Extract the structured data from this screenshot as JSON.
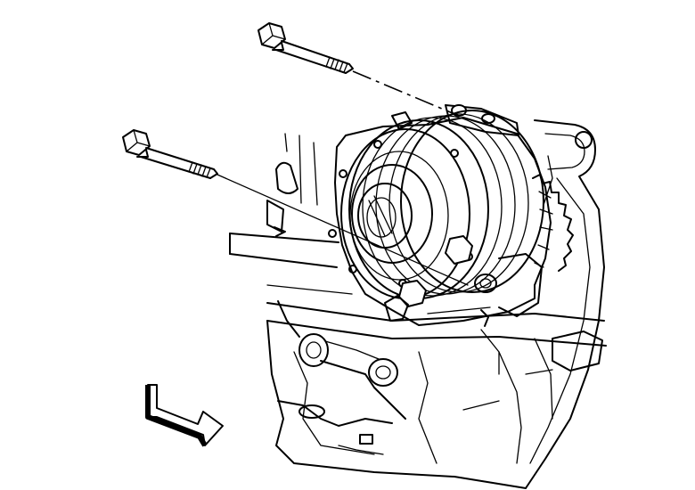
{
  "figure": {
    "parts": [
      "upper-bolt",
      "lower-bolt",
      "engine-block-casting",
      "component-housing",
      "direction-arrow"
    ],
    "colors": {
      "line": "#000000",
      "background": "#ffffff"
    }
  }
}
